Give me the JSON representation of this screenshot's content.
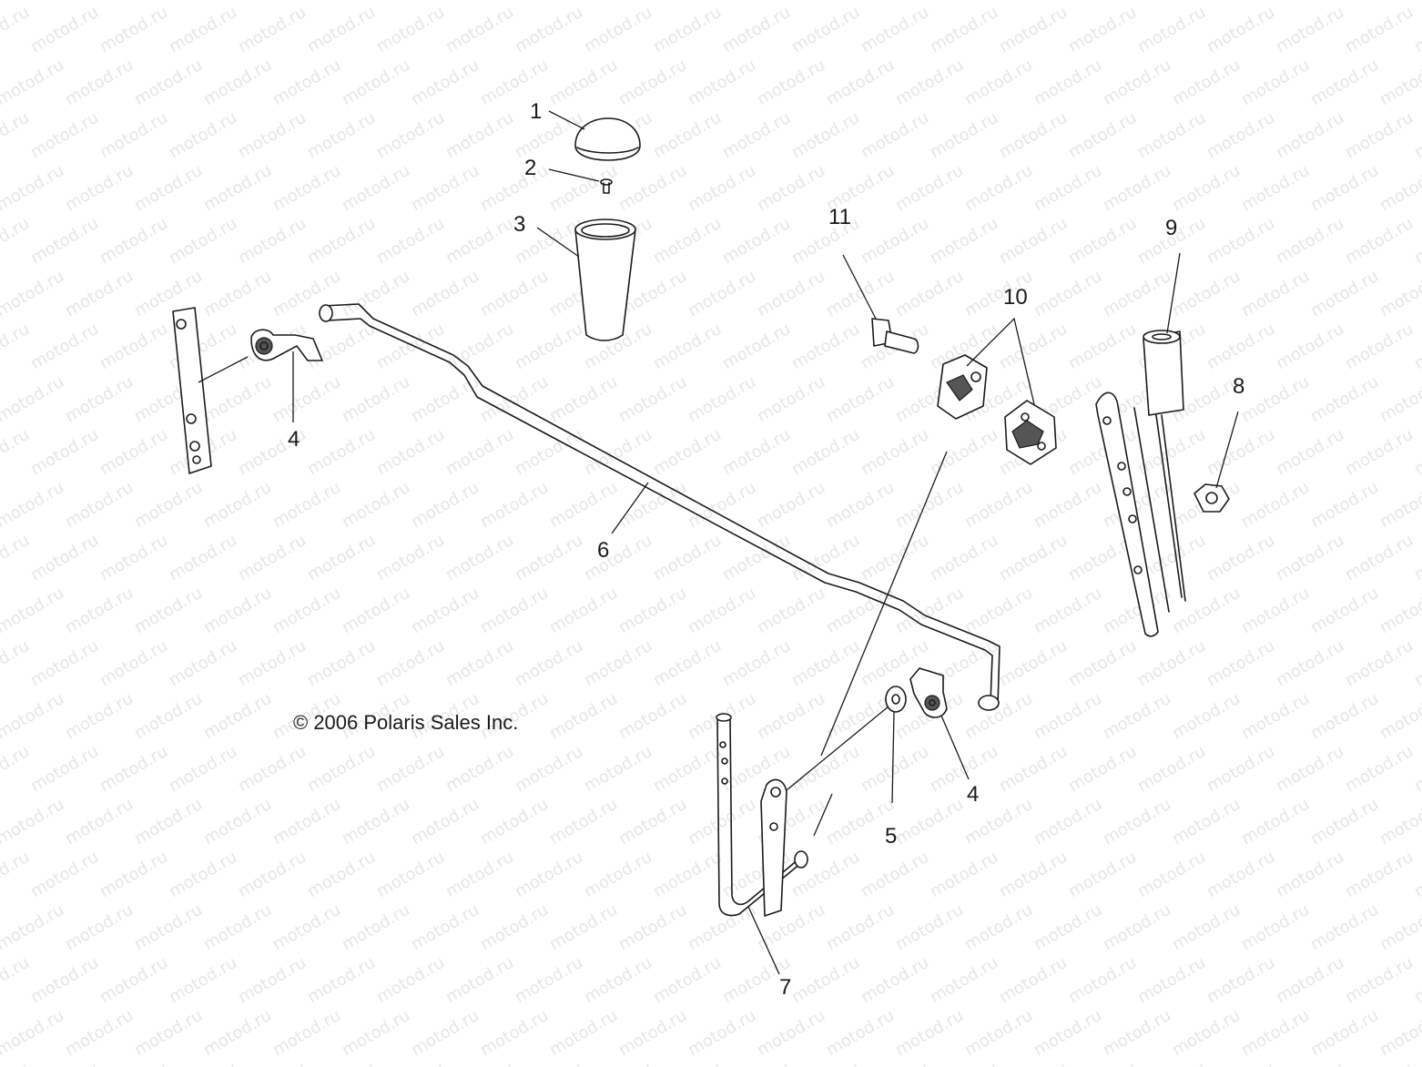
{
  "watermark": "motod.ru",
  "copyright": "© 2006 Polaris Sales Inc.",
  "callouts": {
    "c1": "1",
    "c2": "2",
    "c3": "3",
    "c4a": "4",
    "c4b": "4",
    "c5": "5",
    "c6": "6",
    "c7": "7",
    "c8": "8",
    "c9": "9",
    "c10": "10",
    "c11": "11"
  }
}
